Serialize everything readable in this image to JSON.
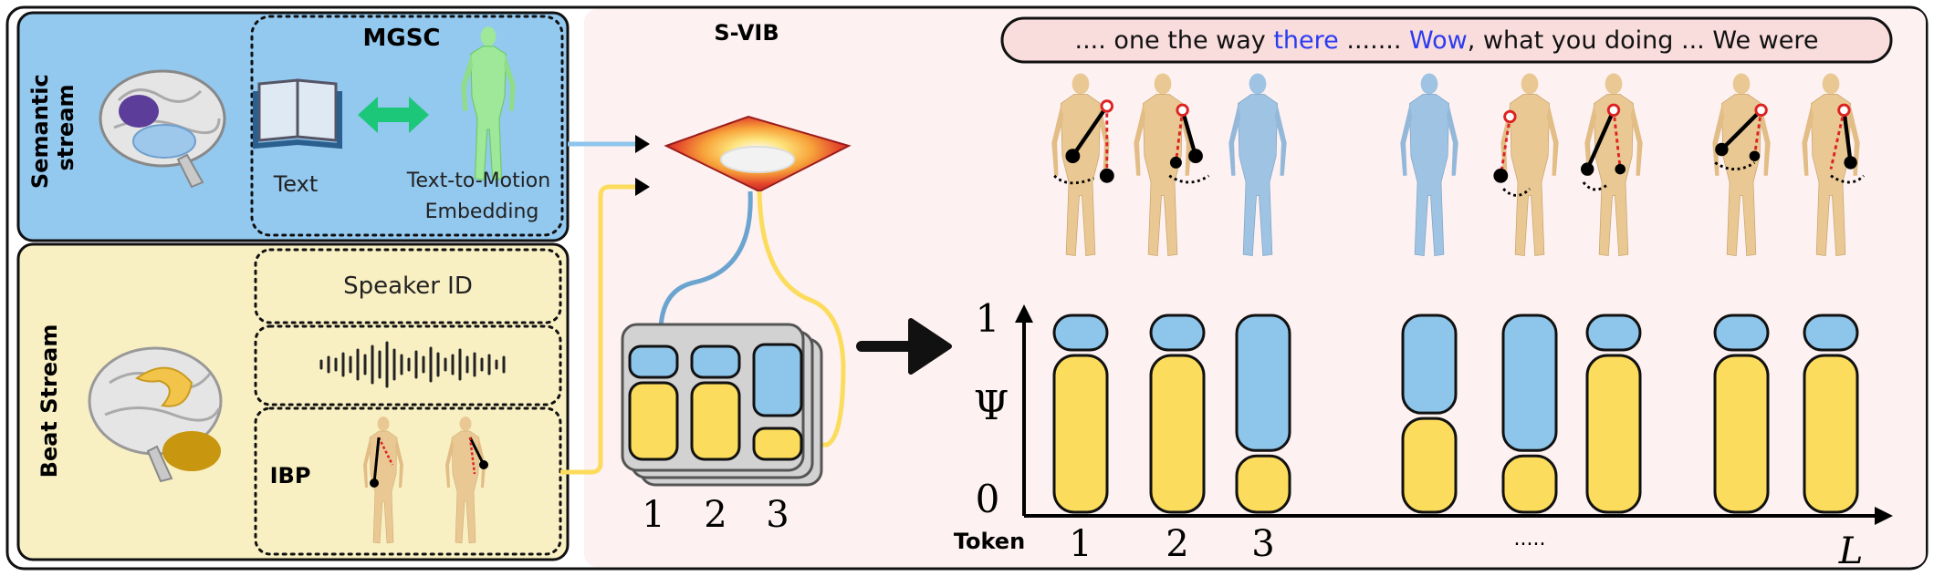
{
  "semantic": {
    "stream_label_line1": "Semantic",
    "stream_label_line2": "stream",
    "mgsc_title": "MGSC",
    "text_label": "Text",
    "t2m_line1": "Text-to-Motion",
    "t2m_line2": "Embedding"
  },
  "beat": {
    "stream_label": "Beat Stream",
    "speaker_id": "Speaker ID",
    "ibp_label": "IBP"
  },
  "svib": {
    "title": "S-VIB",
    "slot_labels": [
      "1",
      "2",
      "3"
    ]
  },
  "transcript": {
    "segments": [
      {
        "text": ".... one the way ",
        "highlight": false
      },
      {
        "text": "there",
        "highlight": true
      },
      {
        "text": " ....... ",
        "highlight": false
      },
      {
        "text": "Wow",
        "highlight": true
      },
      {
        "text": ", what you doing ... We were",
        "highlight": false
      }
    ]
  },
  "token_chart": {
    "y_axis_symbol": "Ψ",
    "y_top_label": "1",
    "y_bottom_label": "0",
    "x_axis_title": "Token",
    "x_labels": [
      "1",
      "2",
      "3"
    ],
    "x_ellipsis": ".....",
    "x_end_label": "L",
    "tokens": [
      {
        "semantic": 0.19,
        "beat": 0.81
      },
      {
        "semantic": 0.19,
        "beat": 0.81
      },
      {
        "semantic": 0.7,
        "beat": 0.3
      },
      {
        "semantic": 0.51,
        "beat": 0.49
      },
      {
        "semantic": 0.7,
        "beat": 0.3
      },
      {
        "semantic": 0.19,
        "beat": 0.81
      },
      {
        "semantic": 0.19,
        "beat": 0.81
      },
      {
        "semantic": 0.19,
        "beat": 0.81
      }
    ]
  },
  "colors": {
    "semantic_blue": "#8ec5ea",
    "beat_yellow": "#fcdc5c",
    "semantic_panel": "#93c8ef",
    "beat_panel": "#f8efc2",
    "right_panel": "#fdf1f1",
    "highlight_text": "#2a3cf0",
    "arrow_green": "#1dc77a",
    "body_tan": "#e9c893",
    "body_blue": "#9fc3e3"
  }
}
